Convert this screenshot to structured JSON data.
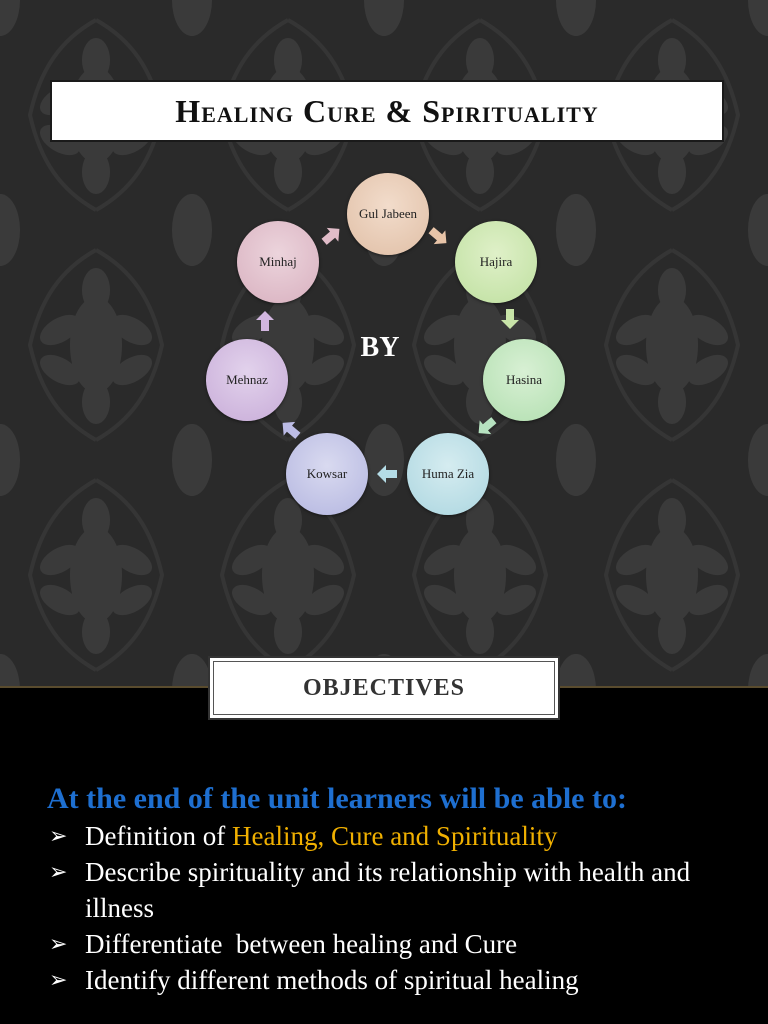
{
  "slide1": {
    "title": "Healing Cure & Spirituality",
    "center_label": "BY",
    "members": [
      {
        "name": "Gul Jabeen"
      },
      {
        "name": "Hajira"
      },
      {
        "name": "Hasina"
      },
      {
        "name": "Huma Zia"
      },
      {
        "name": "Kowsar"
      },
      {
        "name": "Mehnaz"
      },
      {
        "name": "Minhaj"
      }
    ]
  },
  "slide2": {
    "heading": "OBJECTIVES",
    "intro": "At the end of the unit learners will be able to:",
    "bullet_symbol": "➢",
    "bullets": [
      {
        "prefix": "Definition of ",
        "highlight": "Healing, Cure and Spirituality"
      },
      {
        "text": "Describe spirituality and its relationship with health and illness"
      },
      {
        "text": "Differentiate  between healing and Cure"
      },
      {
        "text": "Identify different methods of spiritual healing"
      }
    ]
  },
  "colors": {
    "intro_blue": "#1e6fd0",
    "highlight_yellow": "#f0b000",
    "slide_bg": "#2a2a2a"
  }
}
